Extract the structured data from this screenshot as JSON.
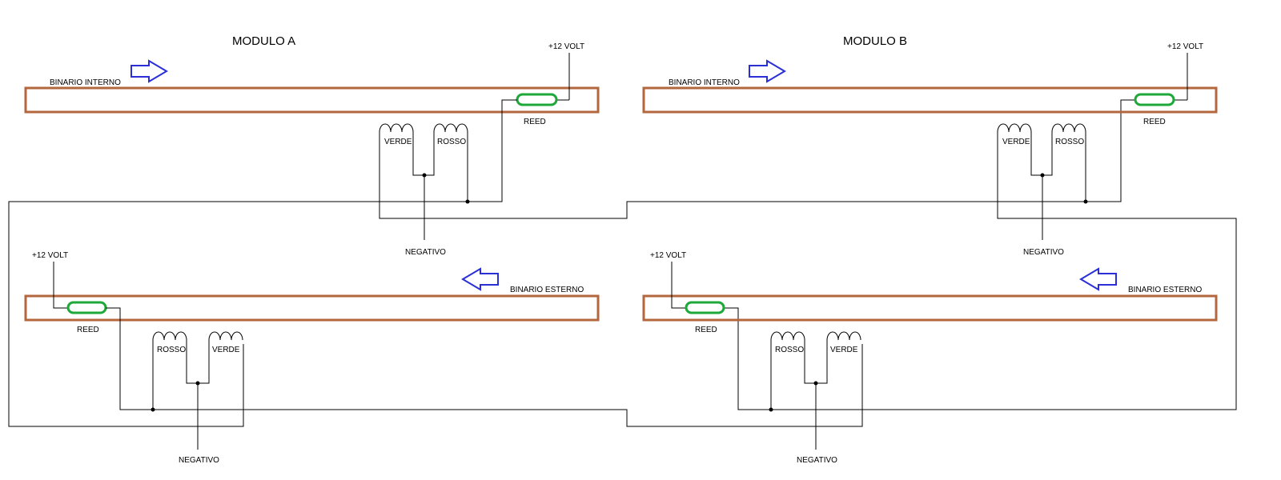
{
  "modules": [
    {
      "title": "MODULO A",
      "inner_track": {
        "label": "BINARIO INTERNO",
        "reed_label": "REED",
        "plus_label": "+12 VOLT",
        "coil_left": "VERDE",
        "coil_right": "ROSSO",
        "negative_label": "NEGATIVO",
        "arrow_direction": "right"
      },
      "outer_track": {
        "label": "BINARIO ESTERNO",
        "reed_label": "REED",
        "plus_label": "+12 VOLT",
        "coil_left": "ROSSO",
        "coil_right": "VERDE",
        "negative_label": "NEGATIVO",
        "arrow_direction": "left"
      }
    },
    {
      "title": "MODULO B",
      "inner_track": {
        "label": "BINARIO INTERNO",
        "reed_label": "REED",
        "plus_label": "+12 VOLT",
        "coil_left": "VERDE",
        "coil_right": "ROSSO",
        "negative_label": "NEGATIVO",
        "arrow_direction": "right"
      },
      "outer_track": {
        "label": "BINARIO ESTERNO",
        "reed_label": "REED",
        "plus_label": "+12 VOLT",
        "coil_left": "ROSSO",
        "coil_right": "VERDE",
        "negative_label": "NEGATIVO",
        "arrow_direction": "left"
      }
    }
  ],
  "colors": {
    "rail": "#b4673c",
    "reed": "#1fa83a",
    "arrow": "#2a2fd8",
    "wire": "#000000"
  }
}
